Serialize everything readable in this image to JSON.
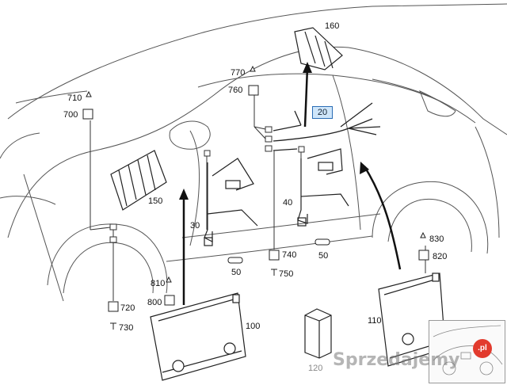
{
  "labels": {
    "l160": "160",
    "l770": "770",
    "l760": "760",
    "l710": "710",
    "l700": "700",
    "l20": "20",
    "l150": "150",
    "l30": "30",
    "l40": "40",
    "l50a": "50",
    "l50b": "50",
    "l740": "740",
    "l750": "750",
    "l830": "830",
    "l820": "820",
    "l810": "810",
    "l800": "800",
    "l720": "720",
    "l730": "730",
    "l100": "100",
    "l110": "110",
    "l120": "120"
  },
  "watermark": {
    "text": "Sprzedajemy",
    "badge": ".pl"
  },
  "colors": {
    "line": "#333333",
    "highlight_fill": "#cfe6fa",
    "highlight_border": "#2a6db5",
    "watermark": "#888888",
    "badge": "#e23b2e"
  }
}
